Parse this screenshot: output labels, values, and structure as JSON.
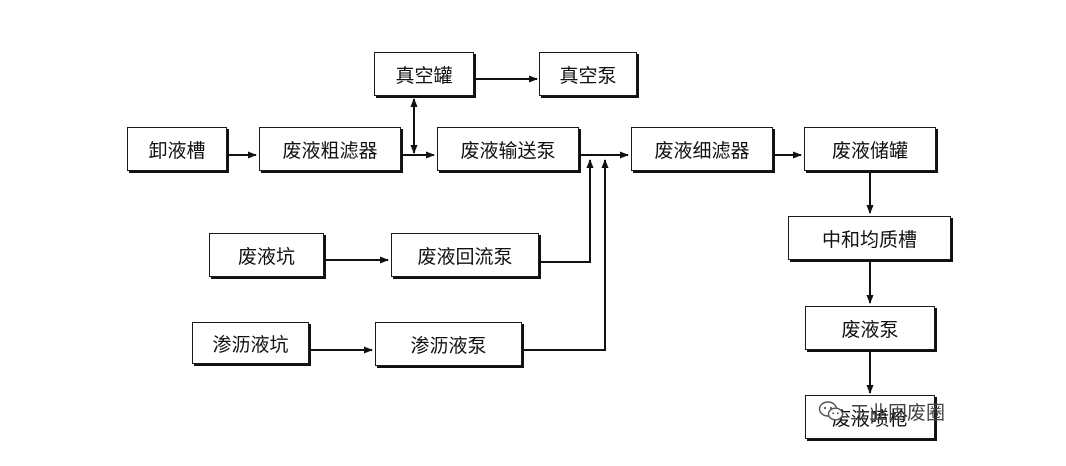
{
  "diagram": {
    "nodes": {
      "unload_tank": "卸液槽",
      "coarse_filter": "废液粗滤器",
      "vacuum_tank": "真空罐",
      "vacuum_pump": "真空泵",
      "transfer_pump": "废液输送泵",
      "fine_filter": "废液细滤器",
      "storage_tank": "废液储罐",
      "waste_pit": "废液坑",
      "return_pump": "废液回流泵",
      "leachate_pit": "渗沥液坑",
      "leachate_pump": "渗沥液泵",
      "neutralize_tank": "中和均质槽",
      "waste_pump": "废液泵",
      "spray_gun": "废液喷枪"
    },
    "edges": [
      {
        "from": "unload_tank",
        "to": "coarse_filter"
      },
      {
        "from": "coarse_filter",
        "to": "transfer_pump"
      },
      {
        "from": "vacuum_tank",
        "to": "coarse_filter",
        "bidirectional": true
      },
      {
        "from": "vacuum_tank",
        "to": "vacuum_pump"
      },
      {
        "from": "transfer_pump",
        "to": "fine_filter"
      },
      {
        "from": "waste_pit",
        "to": "return_pump"
      },
      {
        "from": "return_pump",
        "to": "fine_filter"
      },
      {
        "from": "leachate_pit",
        "to": "leachate_pump"
      },
      {
        "from": "leachate_pump",
        "to": "fine_filter"
      },
      {
        "from": "fine_filter",
        "to": "storage_tank"
      },
      {
        "from": "storage_tank",
        "to": "neutralize_tank"
      },
      {
        "from": "neutralize_tank",
        "to": "waste_pump"
      },
      {
        "from": "waste_pump",
        "to": "spray_gun"
      }
    ]
  },
  "watermark": {
    "text": "工业固废圈",
    "icon": "wechat-icon"
  },
  "colors": {
    "line": "#111111",
    "border": "#1a1a1a",
    "watermark": "#444444"
  }
}
